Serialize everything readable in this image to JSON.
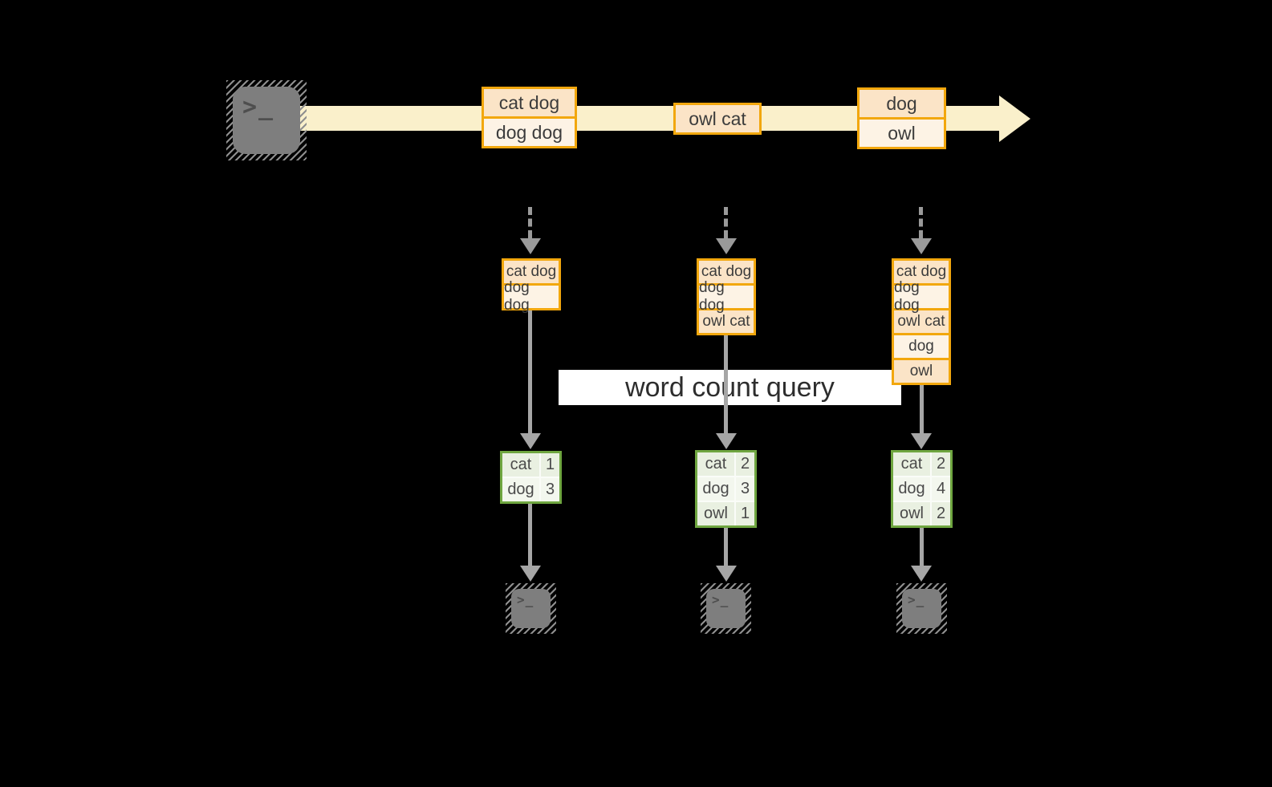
{
  "diagram": {
    "query_label": "word count query",
    "terminal_glyph": ">_"
  },
  "stream": {
    "events": [
      {
        "rows": [
          "cat dog",
          "dog dog"
        ]
      },
      {
        "rows": [
          "owl cat"
        ]
      },
      {
        "rows": [
          "dog",
          "owl"
        ]
      }
    ]
  },
  "columns": [
    {
      "state": [
        "cat dog",
        "dog dog"
      ],
      "counts": [
        {
          "word": "cat",
          "count": "1"
        },
        {
          "word": "dog",
          "count": "3"
        }
      ]
    },
    {
      "state": [
        "cat dog",
        "dog dog",
        "owl cat"
      ],
      "counts": [
        {
          "word": "cat",
          "count": "2"
        },
        {
          "word": "dog",
          "count": "3"
        },
        {
          "word": "owl",
          "count": "1"
        }
      ]
    },
    {
      "state": [
        "cat dog",
        "dog dog",
        "owl cat",
        "dog",
        "owl"
      ],
      "counts": [
        {
          "word": "cat",
          "count": "2"
        },
        {
          "word": "dog",
          "count": "4"
        },
        {
          "word": "owl",
          "count": "2"
        }
      ]
    }
  ],
  "colors": {
    "background": "#000000",
    "orange_border": "#F2A70D",
    "fill_peach": "#FBE4C7",
    "fill_cream": "#FDF3E5",
    "stream_band": "#FAF0CB",
    "green_border": "#6FA640",
    "cell_green": "#E9F0E1",
    "cell_green_light": "#F3F7EE",
    "arrow_gray": "#A6A6A6",
    "terminal_gray": "#7E7E7E",
    "query_band": "#FFFFFF"
  }
}
